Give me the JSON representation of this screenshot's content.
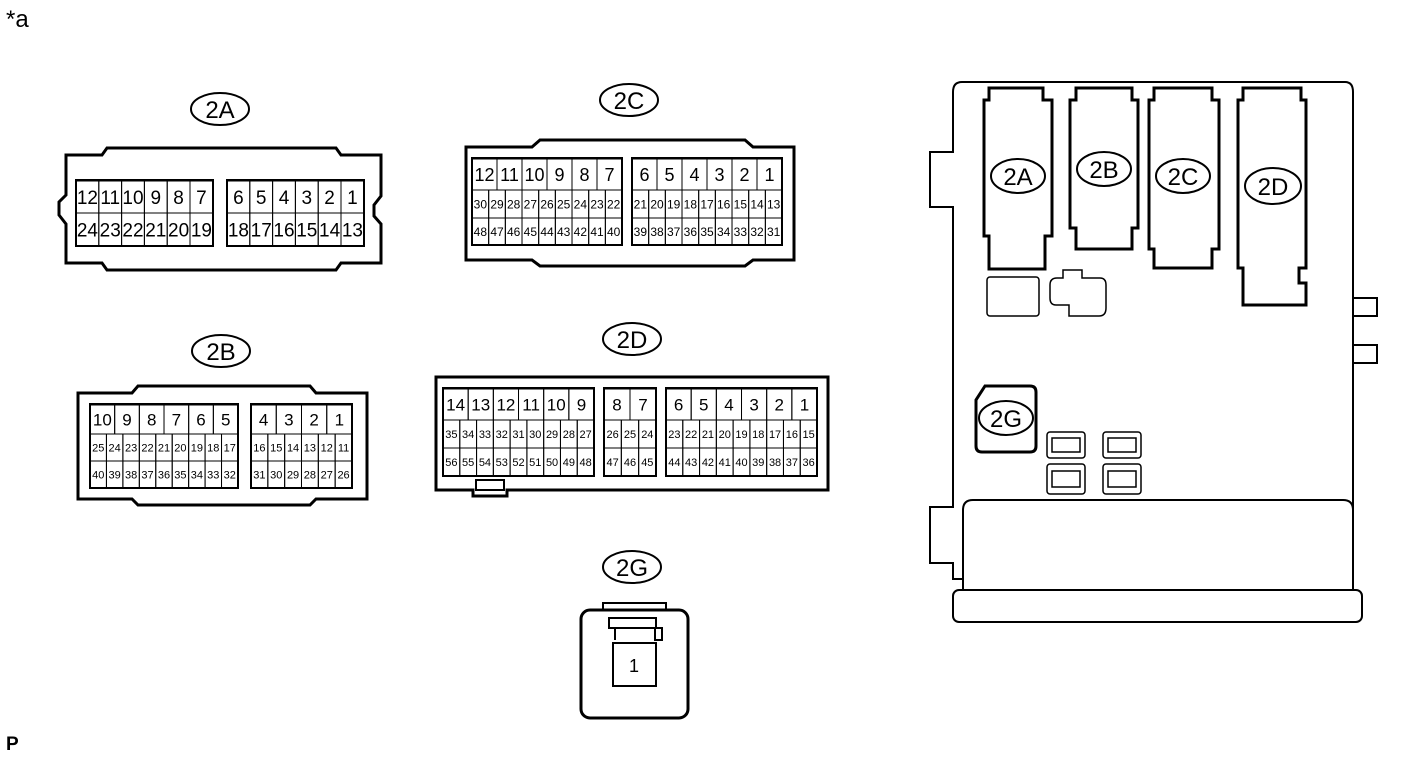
{
  "notes": {
    "top_left": "*a",
    "bottom_left": "P"
  },
  "connectors": {
    "c2A": {
      "label": "2A",
      "rows": [
        [
          "12",
          "11",
          "10",
          "9",
          "8",
          "7",
          "6",
          "5",
          "4",
          "3",
          "2",
          "1"
        ],
        [
          "24",
          "23",
          "22",
          "21",
          "20",
          "19",
          "18",
          "17",
          "16",
          "15",
          "14",
          "13"
        ]
      ]
    },
    "c2C": {
      "label": "2C",
      "rows": [
        [
          "12",
          "11",
          "10",
          "9",
          "8",
          "7",
          "6",
          "5",
          "4",
          "3",
          "2",
          "1"
        ],
        [
          "30",
          "29",
          "28",
          "27",
          "26",
          "25",
          "24",
          "23",
          "22",
          "21",
          "20",
          "19",
          "18",
          "17",
          "16",
          "15",
          "14",
          "13"
        ],
        [
          "48",
          "47",
          "46",
          "45",
          "44",
          "43",
          "42",
          "41",
          "40",
          "39",
          "38",
          "37",
          "36",
          "35",
          "34",
          "33",
          "32",
          "31"
        ]
      ]
    },
    "c2B": {
      "label": "2B",
      "rows": [
        [
          "10",
          "9",
          "8",
          "7",
          "6",
          "5",
          "4",
          "3",
          "2",
          "1"
        ],
        [
          "25",
          "24",
          "23",
          "22",
          "21",
          "20",
          "19",
          "18",
          "17",
          "16",
          "15",
          "14",
          "13",
          "12",
          "11"
        ],
        [
          "40",
          "39",
          "38",
          "37",
          "36",
          "35",
          "34",
          "33",
          "32",
          "31",
          "30",
          "29",
          "28",
          "27",
          "26"
        ]
      ]
    },
    "c2D": {
      "label": "2D",
      "rows": [
        [
          "14",
          "13",
          "12",
          "11",
          "10",
          "9",
          "8",
          "7",
          "6",
          "5",
          "4",
          "3",
          "2",
          "1"
        ],
        [
          "35",
          "34",
          "33",
          "32",
          "31",
          "30",
          "29",
          "28",
          "27",
          "26",
          "25",
          "24",
          "23",
          "22",
          "21",
          "20",
          "19",
          "18",
          "17",
          "16",
          "15"
        ],
        [
          "56",
          "55",
          "54",
          "53",
          "52",
          "51",
          "50",
          "49",
          "48",
          "47",
          "46",
          "45",
          "44",
          "43",
          "42",
          "41",
          "40",
          "39",
          "38",
          "37",
          "36"
        ]
      ]
    },
    "c2G": {
      "label": "2G",
      "rows": [
        [
          "1"
        ]
      ]
    }
  },
  "junction_block": {
    "labels": [
      "2A",
      "2B",
      "2C",
      "2D",
      "2G"
    ]
  }
}
